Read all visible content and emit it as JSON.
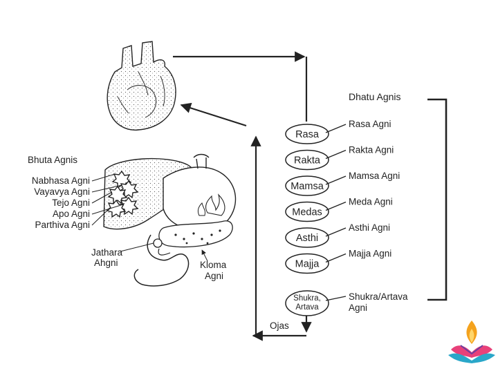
{
  "title": "",
  "dhatu_heading": "Dhatu Agnis",
  "bhuta_heading": "Bhuta Agnis",
  "bhuta_agnis": [
    "Nabhasa Agni",
    "Vayavya Agni",
    "Tejo Agni",
    "Apo Agni",
    "Parthiva Agni"
  ],
  "jathara": [
    "Jathara",
    "Ahgni"
  ],
  "kloma": [
    "Kloma",
    "Agni"
  ],
  "ojas": "Ojas",
  "dhatus": [
    {
      "lines": [
        "Rasa"
      ],
      "agni": [
        "Rasa Agni"
      ]
    },
    {
      "lines": [
        "Rakta"
      ],
      "agni": [
        "Rakta Agni"
      ]
    },
    {
      "lines": [
        "Mamsa"
      ],
      "agni": [
        "Mamsa Agni"
      ]
    },
    {
      "lines": [
        "Medas"
      ],
      "agni": [
        "Meda Agni"
      ]
    },
    {
      "lines": [
        "Asthi"
      ],
      "agni": [
        "Asthi Agni"
      ]
    },
    {
      "lines": [
        "Majja"
      ],
      "agni": [
        "Majja Agni"
      ]
    },
    {
      "lines": [
        "Shukra,",
        "Artava"
      ],
      "agni": [
        "Shukra/Artava",
        "Agni"
      ]
    }
  ],
  "colors": {
    "ink": "#222222",
    "node_fill": "#ffffff",
    "logo_top": "#f4a21d",
    "logo_mid": "#e8417a",
    "logo_low": "#2aa7c9"
  },
  "icons": [
    "heart-illustration",
    "digestive-organs-illustration",
    "fire-star-icon",
    "flame-logo-icon"
  ]
}
